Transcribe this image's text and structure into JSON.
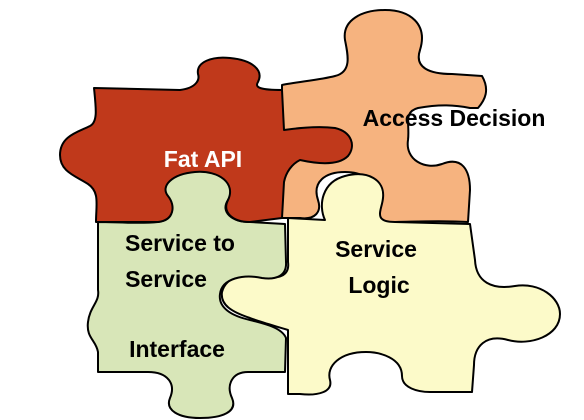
{
  "pieces": {
    "fat_api": {
      "label": "Fat API",
      "color": "#c0391b"
    },
    "access_decision": {
      "label": "Access Decision",
      "color": "#f6b37f"
    },
    "service_logic": {
      "label_line1": "Service",
      "label_line2": "Logic",
      "color": "#fcfac9"
    },
    "service_interface": {
      "label_line1": "Service to",
      "label_line2": "Service",
      "label_line3": "Interface",
      "color": "#d8e6b8"
    }
  },
  "outline_color": "#000000"
}
